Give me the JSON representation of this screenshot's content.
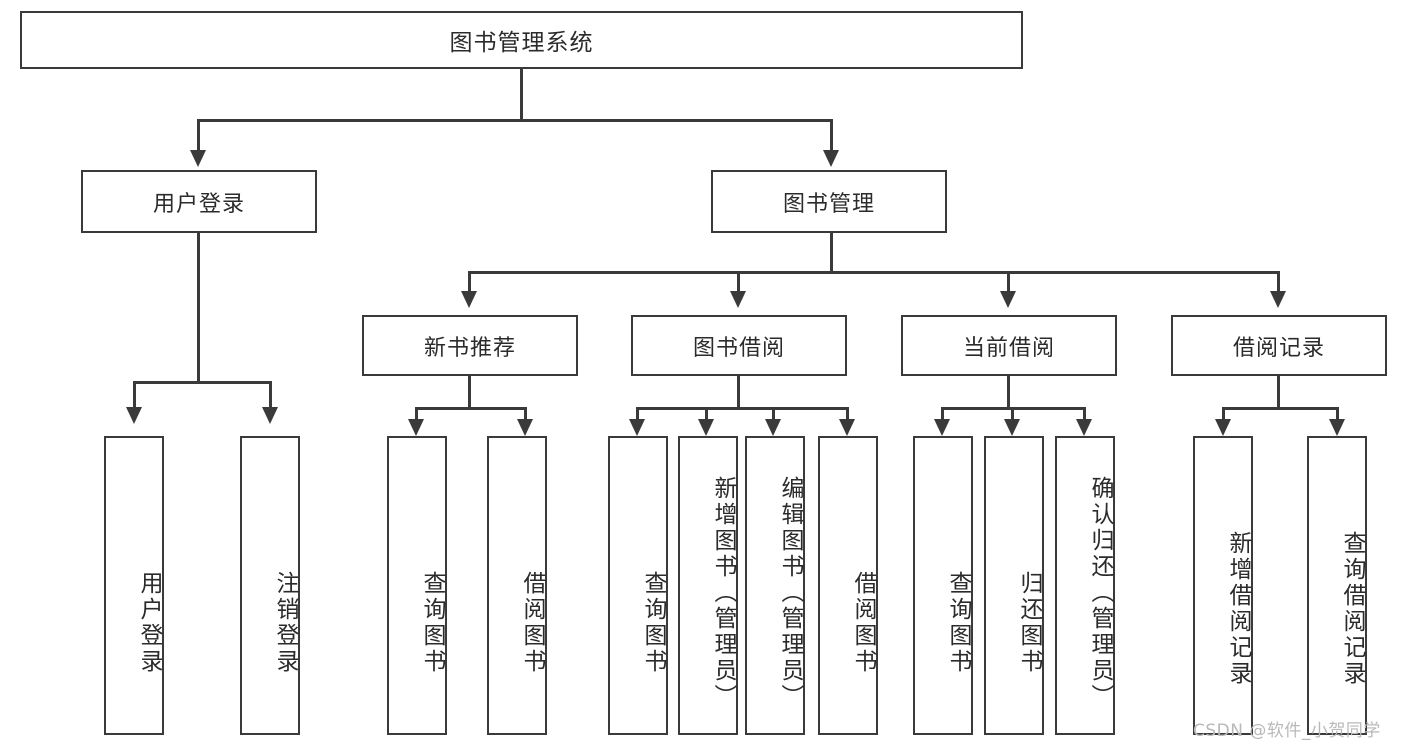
{
  "diagram": {
    "title": "图书管理系统",
    "type": "功能结构图",
    "root": {
      "label": "图书管理系统"
    },
    "level2": [
      {
        "id": "user-login",
        "label": "用户登录"
      },
      {
        "id": "book-manage",
        "label": "图书管理"
      }
    ],
    "level3": [
      {
        "id": "new-book-recommend",
        "label": "新书推荐"
      },
      {
        "id": "book-borrow",
        "label": "图书借阅"
      },
      {
        "id": "current-borrow",
        "label": "当前借阅"
      },
      {
        "id": "borrow-record",
        "label": "借阅记录"
      }
    ],
    "leaves": {
      "user_login": [
        {
          "id": "leaf-user-login",
          "label": "用户登录"
        },
        {
          "id": "leaf-user-logout",
          "label": "注销登录"
        }
      ],
      "new_book_recommend": [
        {
          "id": "leaf-query-book-1",
          "label": "查询图书"
        },
        {
          "id": "leaf-borrow-book-1",
          "label": "借阅图书"
        }
      ],
      "book_borrow": [
        {
          "id": "leaf-query-book-2",
          "label": "查询图书"
        },
        {
          "id": "leaf-add-book",
          "label": "新增图书（管理员）"
        },
        {
          "id": "leaf-edit-book",
          "label": "编辑图书（管理员）"
        },
        {
          "id": "leaf-borrow-book-2",
          "label": "借阅图书"
        }
      ],
      "current_borrow": [
        {
          "id": "leaf-query-book-3",
          "label": "查询图书"
        },
        {
          "id": "leaf-return-book",
          "label": "归还图书"
        },
        {
          "id": "leaf-confirm-return",
          "label": "确认归还（管理员）"
        }
      ],
      "borrow_record": [
        {
          "id": "leaf-add-record",
          "label": "新增借阅记录"
        },
        {
          "id": "leaf-query-record",
          "label": "查询借阅记录"
        }
      ]
    }
  },
  "watermark": {
    "text": "CSDN @软件_小贺同学"
  },
  "colors": {
    "stroke": "#3a3a3a",
    "background": "#ffffff",
    "text": "#2b2b2b",
    "watermark": "#b9b9b9"
  }
}
